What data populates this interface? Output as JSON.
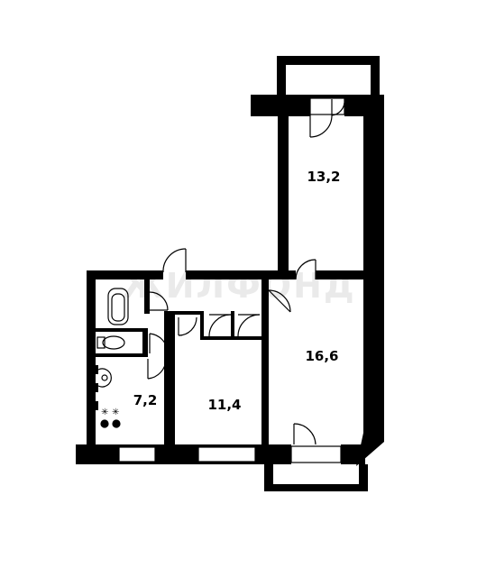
{
  "watermark": "ЖИЛФОНД",
  "rooms": [
    {
      "id": "room-north",
      "area": "13,2"
    },
    {
      "id": "room-living",
      "area": "16,6"
    },
    {
      "id": "room-middle",
      "area": "11,4"
    },
    {
      "id": "kitchen",
      "area": "7,2"
    }
  ],
  "colors": {
    "wall": "#000000",
    "background": "#ffffff",
    "watermark": "#d9d9d9"
  }
}
